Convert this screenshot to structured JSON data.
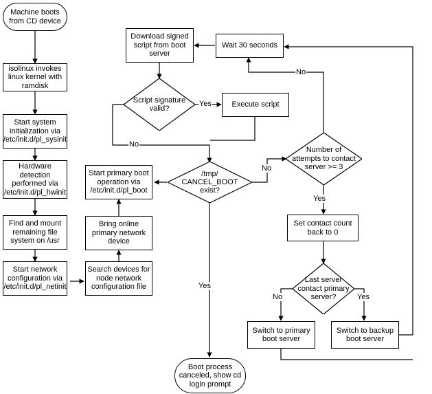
{
  "diagram": {
    "title": "Boot process flowchart",
    "stroke_color": "#000000",
    "background_color": "#ffffff",
    "nodes": [
      {
        "id": "machine_boots",
        "shape": "terminal",
        "text": "Machine boots\nfrom CD device"
      },
      {
        "id": "isolinux",
        "shape": "process",
        "text": "isolinux invokes\nlinux kernel with\nramdisk"
      },
      {
        "id": "sysinit",
        "shape": "process",
        "text": "Start system\ninitialization via\n/etc/init.d/pl_sysinit"
      },
      {
        "id": "hwinit",
        "shape": "process",
        "text": "Hardware\ndetection\nperformed via\n/etc/init.d/pl_hwinit"
      },
      {
        "id": "mount_usr",
        "shape": "process",
        "text": "Find and mount\nremaining file\nsystem on /usr"
      },
      {
        "id": "netinit",
        "shape": "process",
        "text": "Start network\nconfiguration via\n/etc/init.d/pl_netinit"
      },
      {
        "id": "search_devices",
        "shape": "process",
        "text": "Search devices for\nnode network\nconfiguration file"
      },
      {
        "id": "bring_online",
        "shape": "process",
        "text": "Bring online\nprimary network\ndevice"
      },
      {
        "id": "pl_boot",
        "shape": "process",
        "text": "Start primary boot\noperation via\n/etc/init.d/pl_boot"
      },
      {
        "id": "download_script",
        "shape": "process",
        "text": "Download signed\nscript from boot\nserver"
      },
      {
        "id": "wait_30",
        "shape": "process",
        "text": "Wait 30 seconds"
      },
      {
        "id": "sig_valid",
        "shape": "decision",
        "text": "Script signature\nvalid?"
      },
      {
        "id": "execute_script",
        "shape": "process",
        "text": "Execute script"
      },
      {
        "id": "cancel_boot",
        "shape": "decision",
        "text": "/tmp/\nCANCEL_BOOT\nexist?"
      },
      {
        "id": "attempts",
        "shape": "decision",
        "text": "Number of\nattempts to contact\nserver >= 3"
      },
      {
        "id": "set_count",
        "shape": "process",
        "text": "Set contact count\nback to 0"
      },
      {
        "id": "last_primary",
        "shape": "decision",
        "text": "Last server\ncontact primary\nserver?"
      },
      {
        "id": "switch_primary",
        "shape": "process",
        "text": "Switch to primary\nboot server"
      },
      {
        "id": "switch_backup",
        "shape": "process",
        "text": "Switch to backup\nboot server"
      },
      {
        "id": "boot_canceled",
        "shape": "terminal",
        "text": "Boot process\ncanceled, show cd\nlogin prompt"
      }
    ],
    "edge_labels": [
      {
        "id": "sig_yes",
        "text": "Yes"
      },
      {
        "id": "sig_no",
        "text": "No"
      },
      {
        "id": "cancel_no",
        "text": "No"
      },
      {
        "id": "cancel_yes",
        "text": "Yes"
      },
      {
        "id": "attempts_no",
        "text": "No"
      },
      {
        "id": "attempts_yes",
        "text": "Yes"
      },
      {
        "id": "last_no",
        "text": "No"
      },
      {
        "id": "last_yes",
        "text": "Yes"
      }
    ]
  }
}
